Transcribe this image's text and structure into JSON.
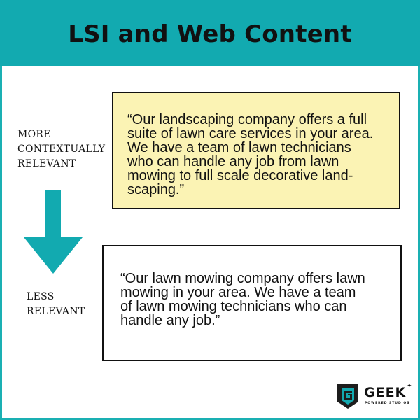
{
  "header": {
    "title": "LSI and Web Content"
  },
  "labels": {
    "more": [
      "MORE",
      "CONTEXTUALLY",
      "RELEVANT"
    ],
    "less": [
      "LESS",
      "RELEVANT"
    ]
  },
  "boxes": {
    "top": {
      "lines": [
        "“Our landscaping company offers a full",
        "suite of lawn care services in your area.",
        "We have a team of lawn technicians",
        "who can handle any job from lawn",
        "mowing to full scale decorative land-",
        "scaping.”"
      ]
    },
    "bottom": {
      "lines": [
        "“Our lawn mowing company offers lawn",
        "mowing in your area.  We have a team",
        "of lawn mowing technicians who can",
        "handle any job.”"
      ]
    }
  },
  "logo": {
    "word": "GEEK",
    "star": "✦",
    "subtitle": "POWERED STUDIOS",
    "icon": "geek-shield-icon"
  },
  "colors": {
    "teal": "#12aab0",
    "highlight": "#fbf3b4",
    "text": "#111111"
  }
}
